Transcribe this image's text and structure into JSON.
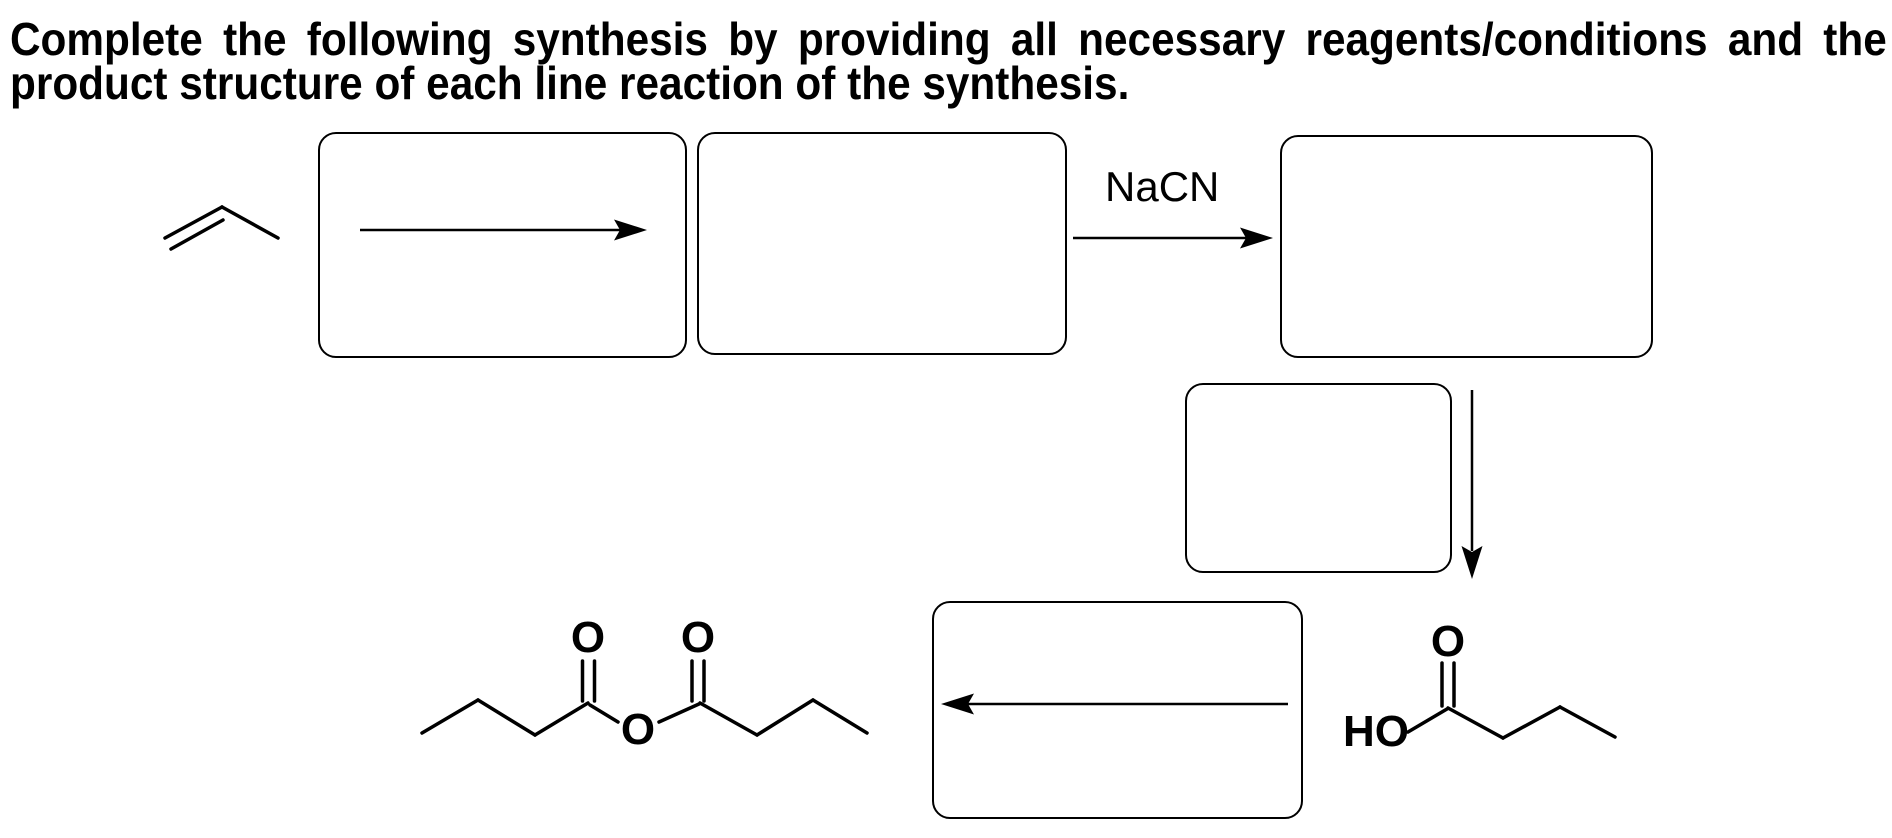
{
  "title": {
    "text": "Complete the following synthesis by providing all necessary reagents/conditions and the product structure of each line reaction of the synthesis."
  },
  "scheme": {
    "step2_reagent": "NaCN",
    "labels": {
      "anhydride_o_left": "O",
      "anhydride_o_right": "O",
      "anhydride_o_center": "O",
      "acid_o": "O",
      "acid_ho": "HO"
    }
  }
}
